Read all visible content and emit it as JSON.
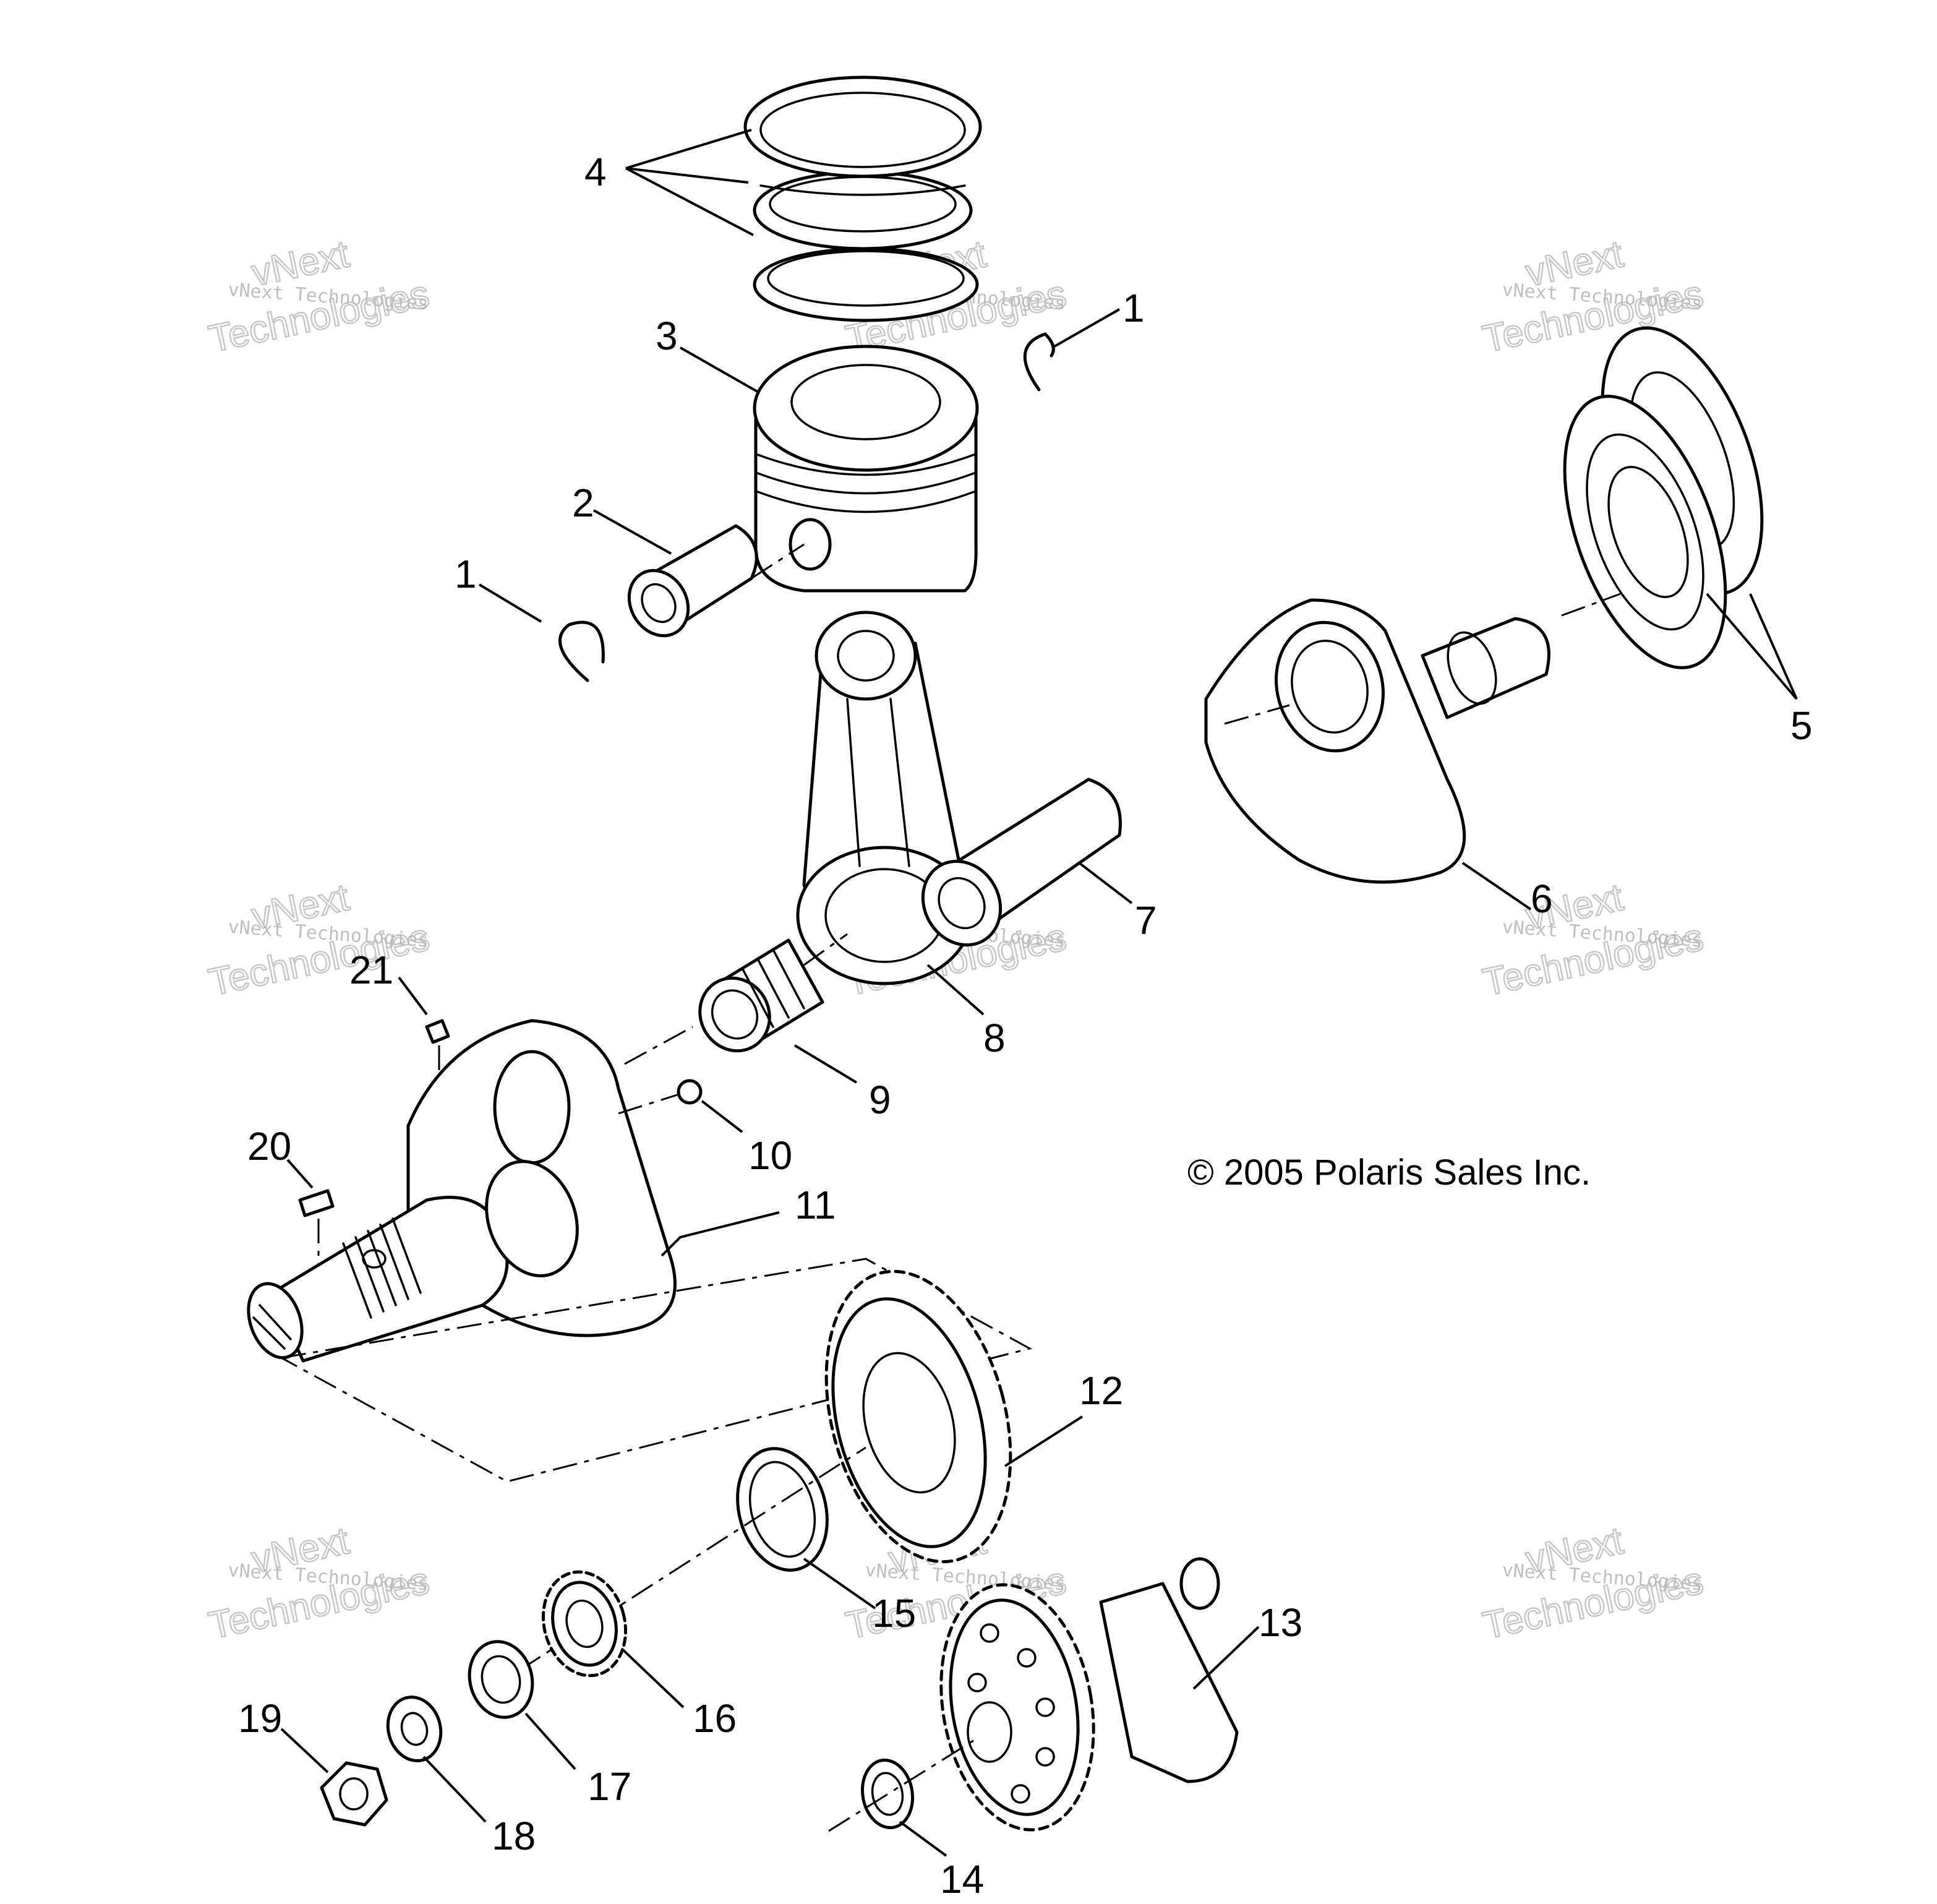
{
  "copyright": "© 2005 Polaris Sales Inc.",
  "watermark": {
    "small": "vNext Technologies",
    "big_top": "vNext",
    "big_bottom": "Technologies"
  },
  "callouts": [
    "1",
    "1",
    "2",
    "3",
    "4",
    "5",
    "6",
    "7",
    "8",
    "9",
    "10",
    "11",
    "12",
    "13",
    "14",
    "15",
    "16",
    "17",
    "18",
    "19",
    "20",
    "21"
  ],
  "palette": {
    "line": "#000000",
    "background": "#ffffff",
    "watermark": "#b9b9b9"
  }
}
